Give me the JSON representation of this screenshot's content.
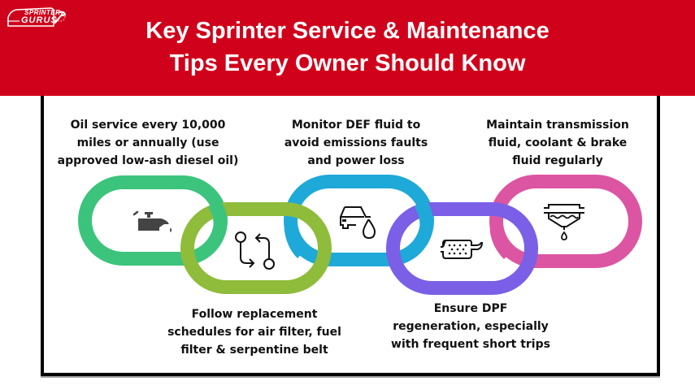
{
  "header": {
    "logo": {
      "line1": "SPRINTER",
      "line2": "GURUS",
      "icon": "van-wrench-gear-icon"
    },
    "title_line1": "Key Sprinter Service & Maintenance",
    "title_line2": "Tips Every Owner Should Know",
    "background_color": "#d0021b"
  },
  "tips": [
    {
      "id": "oil",
      "lines": [
        "Oil service every 10,000",
        "miles or annually (use",
        "approved low-ash diesel oil)"
      ],
      "icon": "oil-can-icon",
      "ring_color": "#3cc47c",
      "position": "top"
    },
    {
      "id": "filters",
      "lines": [
        "Follow replacement",
        "schedules for air filter, fuel",
        "filter & serpentine belt"
      ],
      "icon": "replace-cycle-icon",
      "ring_color": "#8fbc3a",
      "position": "bottom"
    },
    {
      "id": "def",
      "lines": [
        "Monitor DEF fluid to",
        "avoid emissions faults",
        "and power loss"
      ],
      "icon": "car-fluid-drop-icon",
      "ring_color": "#1fa9d8",
      "position": "top"
    },
    {
      "id": "dpf",
      "lines": [
        "Ensure DPF",
        "regeneration, especially",
        "with frequent short trips"
      ],
      "icon": "particulate-filter-icon",
      "ring_color": "#7b5fe6",
      "position": "bottom"
    },
    {
      "id": "fluids",
      "lines": [
        "Maintain transmission",
        "fluid, coolant & brake",
        "fluid regularly"
      ],
      "icon": "fluid-reservoir-icon",
      "ring_color": "#dc55a2",
      "position": "top"
    }
  ]
}
